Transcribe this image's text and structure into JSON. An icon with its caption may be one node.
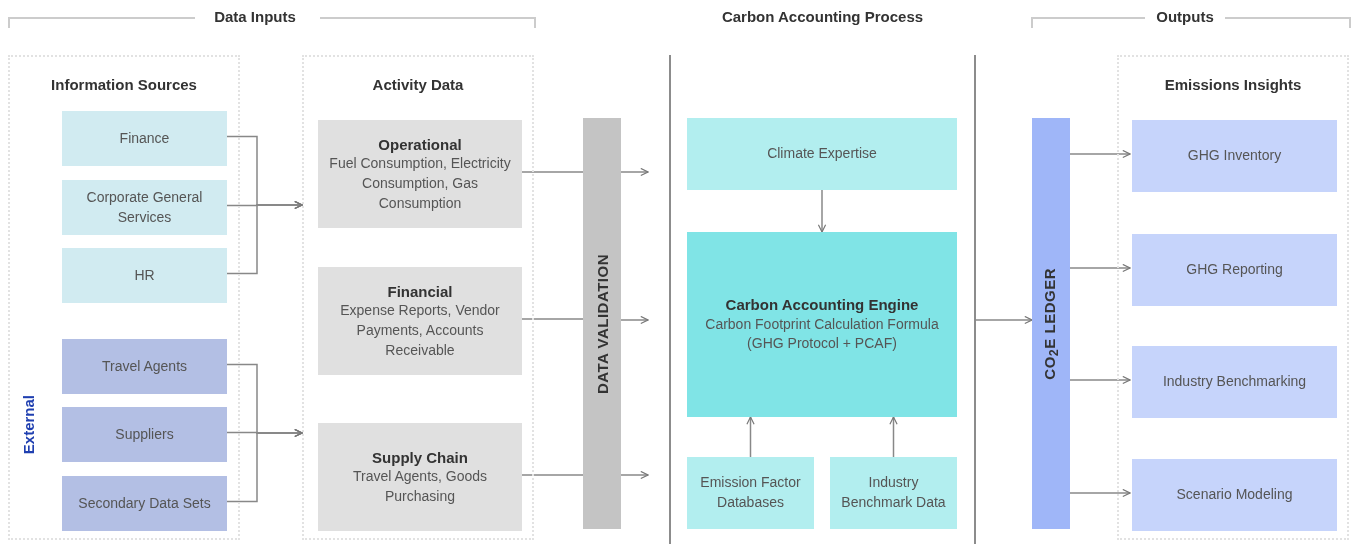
{
  "diagram": {
    "nodes": [
      {
        "text": [
          "Information Sources"
        ]
      },
      {
        "text": [
          "Finance"
        ],
        "in": 0
      },
      {
        "text": [
          "Corporate General Services"
        ],
        "in": 0
      },
      {
        "text": [
          "HR"
        ],
        "in": 0
      },
      {
        "text": [
          "Travel Agents"
        ],
        "in": 0
      },
      {
        "text": [
          "Suppliers"
        ],
        "in": 0
      },
      {
        "text": [
          "Secondary Data Sets"
        ],
        "in": 0
      },
      {
        "text": [
          "Activity Data"
        ]
      },
      {
        "text": [
          "Operational",
          "Fuel Consumption, Electricity Consumption, Gas Consumption"
        ],
        "in": 7
      },
      {
        "text": [
          "Financial",
          "Expense Reports, Vendor Payments, Accounts Receivable"
        ],
        "in": 7
      },
      {
        "text": [
          "Supply Chain",
          "Travel Agents, Goods Purchasing"
        ],
        "in": 7
      },
      {
        "text": [
          "DATA VALIDATION"
        ]
      },
      {
        "text": [
          "Climate Expertise"
        ]
      },
      {
        "text": [
          "Carbon Accounting Engine",
          "Carbon Footprint Calculation Formula (GHG Protocol + PCAF)"
        ]
      },
      {
        "text": [
          "Emission Factor Databases"
        ]
      },
      {
        "text": [
          "Industry Benchmark Data"
        ]
      },
      {
        "text": [
          "CO$_{2}$E LEDGER"
        ]
      },
      {
        "text": [
          "Emissions Insights"
        ]
      },
      {
        "text": [
          "GHG Inventory"
        ],
        "in": 17
      },
      {
        "text": [
          "GHG Reporting"
        ],
        "in": 17
      },
      {
        "text": [
          "Industry Benchmarking"
        ],
        "in": 17
      },
      {
        "text": [
          "Scenario Modeling"
        ],
        "in": 17
      }
    ],
    "edges": [
      {
        "from": 1,
        "to": 7,
        "arrow": "to"
      },
      {
        "from": 2,
        "to": 7,
        "arrow": "to"
      },
      {
        "from": 3,
        "to": 7,
        "arrow": "to"
      },
      {
        "from": 4,
        "to": 7,
        "arrow": "to"
      },
      {
        "from": 5,
        "to": 7,
        "arrow": "to"
      },
      {
        "from": 6,
        "to": 7,
        "arrow": "to"
      },
      {
        "from": 8,
        "to": 11,
        "arrow": "none"
      },
      {
        "from": 9,
        "to": 11,
        "arrow": "none"
      },
      {
        "from": 10,
        "to": 11,
        "arrow": "none"
      },
      {
        "from": 11,
        "to": null,
        "arrow": "to"
      },
      {
        "from": 11,
        "to": null,
        "arrow": "to"
      },
      {
        "from": 11,
        "to": null,
        "arrow": "to"
      },
      {
        "from": 12,
        "to": 13,
        "arrow": "to"
      },
      {
        "from": 14,
        "to": 13,
        "arrow": "to"
      },
      {
        "from": 15,
        "to": 13,
        "arrow": "to"
      },
      {
        "from": null,
        "to": 16,
        "arrow": "to"
      },
      {
        "from": 16,
        "to": 18,
        "arrow": "to"
      },
      {
        "from": 16,
        "to": 19,
        "arrow": "to"
      },
      {
        "from": 16,
        "to": 20,
        "arrow": "to"
      },
      {
        "from": 16,
        "to": 21,
        "arrow": "to"
      }
    ],
    "labels": [
      "Data Inputs",
      "Carbon Accounting Process",
      "Outputs",
      "External"
    ]
  }
}
